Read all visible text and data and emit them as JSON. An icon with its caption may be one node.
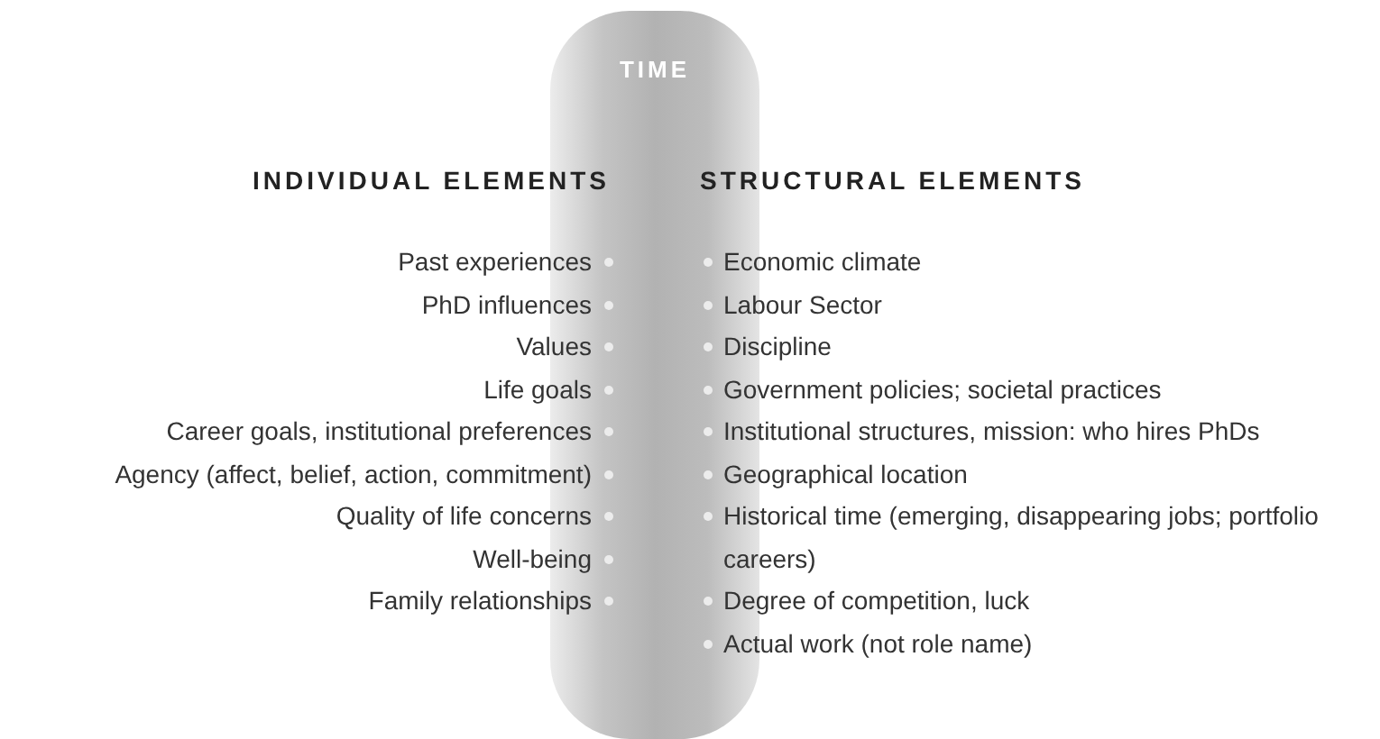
{
  "diagram": {
    "nodes": [
      {
        "text": [
          "TIME"
        ]
      }
    ],
    "labels": [
      "INDIVIDUAL ELEMENTS",
      "STRUCTURAL ELEMENTS",
      "Past experiences",
      "PhD influences",
      "Values",
      "Life goals",
      "Career goals, institutional preferences",
      "Agency (affect, belief, action, commitment)",
      "Quality of life concerns",
      "Well-being",
      "Family relationships",
      "Economic climate",
      "Labour Sector",
      "Discipline",
      "Government policies; societal practices",
      "Institutional structures, mission: who hires PhDs",
      "Geographical location",
      "Historical time (emerging, disappearing jobs; portfolio careers)",
      "Degree of competition, luck",
      "Actual work (not role name)"
    ]
  }
}
